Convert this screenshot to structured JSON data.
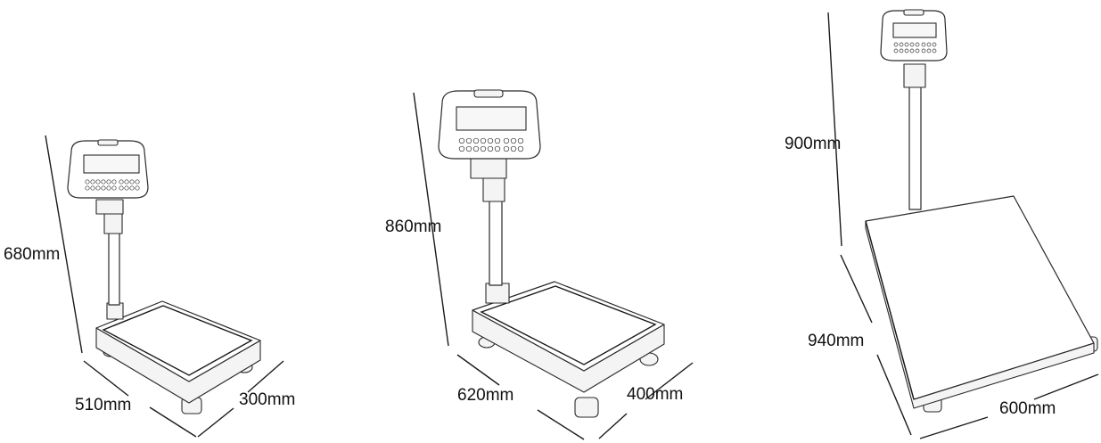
{
  "scales": [
    {
      "height": "680mm",
      "length": "510mm",
      "width": "300mm"
    },
    {
      "height": "860mm",
      "length": "620mm",
      "width": "400mm"
    },
    {
      "height": "900mm",
      "length": "940mm",
      "width": "600mm"
    }
  ]
}
